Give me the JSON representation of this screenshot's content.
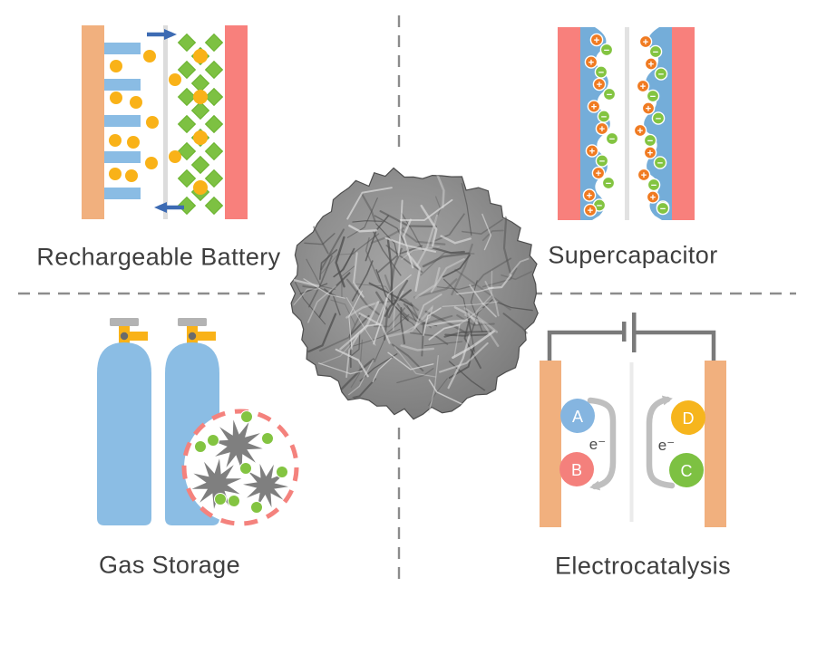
{
  "figure": {
    "captions": {
      "rechargeable_battery": "Rechargeable Battery",
      "supercapacitor": "Supercapacitor",
      "gas_storage": "Gas Storage",
      "electrocatalysis": "Electrocatalysis"
    },
    "electrocatalysis_labels": {
      "species_a": "A",
      "species_b": "B",
      "species_c": "C",
      "species_d": "D",
      "electron_left": "e⁻",
      "electron_right": "e⁻"
    },
    "ion_symbols": {
      "positive": "+",
      "negative": "−"
    }
  },
  "colors": {
    "electrode_tan": "#f1b07e",
    "electrode_red": "#f8807c",
    "conductor_blue": "#8abce4",
    "supercap_blue": "#74add9",
    "cylinder_blue": "#8bbde4",
    "ion_yellow": "#f9b218",
    "lattice_green": "#7dc142",
    "lattice_green_edge": "#68b22d",
    "cation_orange": "#f07b22",
    "anion_green": "#83c441",
    "arrow_blue": "#3d6bb3",
    "wire_gray": "#7a7a7a",
    "separator_light": "#dcdcdc",
    "dash_gray": "#8c8c8c",
    "dashed_ring_red": "#f4827d",
    "star_gray": "#7f7f7f",
    "valve_cap_gray": "#b3b3b3",
    "valve_knob_gray": "#6b6b6b",
    "curved_arrow_gray": "#bfbfbf",
    "species_a_blue": "#85b5e0",
    "species_b_red": "#f4807c",
    "species_c_green": "#7dc142",
    "species_d_yellow": "#f6b51d",
    "caption_text": "#3e3e3e",
    "electron_text": "#4a4a4a"
  }
}
